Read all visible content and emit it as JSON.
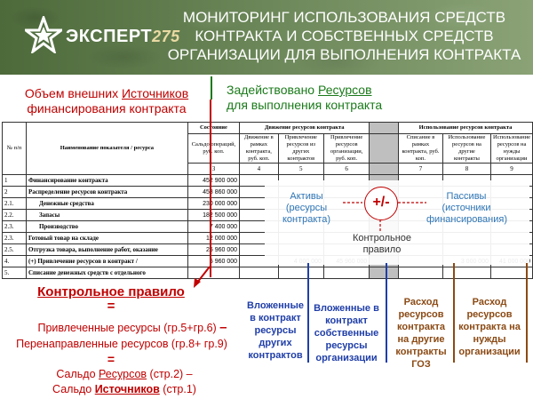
{
  "header": {
    "logo_text": "ЭКСПЕРТ",
    "logo_number": "275",
    "title": "МОНИТОРИНГ ИСПОЛЬЗОВАНИЯ СРЕДСТВ КОНТРАКТА И СОБСТВЕННЫХ СРЕДСТВ ОРГАНИЗАЦИИ ДЛЯ ВЫПОЛНЕНИЯ КОНТРАКТА"
  },
  "labels": {
    "external_prefix": "Объем внешних ",
    "external_word": "Источников",
    "external_suffix": "финансирования контракта",
    "used_prefix": "Задействовано ",
    "used_word": "Ресурсов",
    "used_suffix": "для выполнения контракта"
  },
  "table": {
    "head": {
      "col_no": "№ п/п",
      "col_name": "Наименование показателя / ресурса",
      "col_state": "Состояние",
      "col_movement": "Движение ресурсов контракта",
      "col_use": "Использование ресурсов контракта",
      "col_saldo": "Сальдо операций, руб. коп.",
      "col_4": "Движение в рамках контракта, руб. коп.",
      "col_5": "Привлечение ресурсов из других контрактов",
      "col_6": "Привлечение ресурсов организации, руб. коп.",
      "col_7": "Списание в рамках контракта, руб. коп.",
      "col_8": "Использование ресурсов на другие контракты",
      "col_9": "Использование ресурсов на нужды организации",
      "n3": "3",
      "n4": "4",
      "n5": "5",
      "n6": "6",
      "n7": "7",
      "n8": "8",
      "n9": "9"
    },
    "rows": [
      {
        "no": "1",
        "name": "Финансирование контракта",
        "saldo": "452 900 000",
        "c5": "",
        "c6": "",
        "c8": "",
        "c9": ""
      },
      {
        "no": "2",
        "name": "Распределение ресурсов контракта",
        "saldo": "458 860 000",
        "c5": "",
        "c6": "",
        "c8": "",
        "c9": ""
      },
      {
        "no": "2.1.",
        "name": "Денежные средства",
        "saldo": "230 000 000",
        "c5": "",
        "c6": "",
        "c8": "",
        "c9": ""
      },
      {
        "no": "2.2.",
        "name": "Запасы",
        "saldo": "182 500 000",
        "c5": "",
        "c6": "",
        "c8": "",
        "c9": ""
      },
      {
        "no": "2.3.",
        "name": "Производство",
        "saldo": "7 400 000",
        "c5": "",
        "c6": "",
        "c8": "",
        "c9": ""
      },
      {
        "no": "2.3.",
        "name": "Готовый товар на складе",
        "saldo": "12 000 000",
        "c5": "",
        "c6": "",
        "c8": "",
        "c9": ""
      },
      {
        "no": "2.5.",
        "name": "Отгрузка товара, выполнение работ, оказание",
        "saldo": "25 960 000",
        "c5": "",
        "c6": "",
        "c8": "",
        "c9": ""
      },
      {
        "no": "4.",
        "name": "(+) Привлечение ресурсов в контракт /",
        "saldo": "5 960 000",
        "c5": "4 000 000",
        "c6": "45 960 000",
        "c8": "3 000 000",
        "c9": "41 000 000"
      },
      {
        "no": "5.",
        "name": "Списание денежных средств с отдельного",
        "saldo": "",
        "c5": "",
        "c6": "",
        "c8": "",
        "c9": ""
      }
    ]
  },
  "diagram": {
    "active_1": "Активы",
    "active_2": "(ресурсы",
    "active_3": "контракта)",
    "passive_1": "Пассивы",
    "passive_2": "(источники",
    "passive_3": "финансирования)",
    "plusminus": "+/-",
    "rule_1": "Контрольное",
    "rule_2": "правило"
  },
  "rule_block": {
    "title": "Контрольное правило",
    "eq1": "=",
    "line1": "Привлеченные ресурсы (гр.5+гр.6) ",
    "minus": "–",
    "line2": "Перенаправленные ресурсов (гр.8+ гр.9)",
    "eq2": "=",
    "line3_prefix": "Сальдо ",
    "line3_word": "Ресурсов",
    "line3_suffix": " (стр.2) –",
    "line4_prefix": "Сальдо ",
    "line4_word": "Источников",
    "line4_suffix": " (стр.1)"
  },
  "bottom_labels": {
    "b1": "Вложенные в контракт ресурсы других контрактов",
    "b2": "Вложенные в контракт собственные ресурсы организации",
    "b3": "Расход ресурсов контракта на другие контракты ГОЗ",
    "b4": "Расход ресурсов контракта на нужды организации"
  },
  "colors": {
    "header_green": "#5a7a48",
    "red": "#c00000",
    "green": "#1a7a1a",
    "blue": "#1f3ea8",
    "brown": "#8b4a14",
    "diagram_blue": "#2e75b6"
  }
}
